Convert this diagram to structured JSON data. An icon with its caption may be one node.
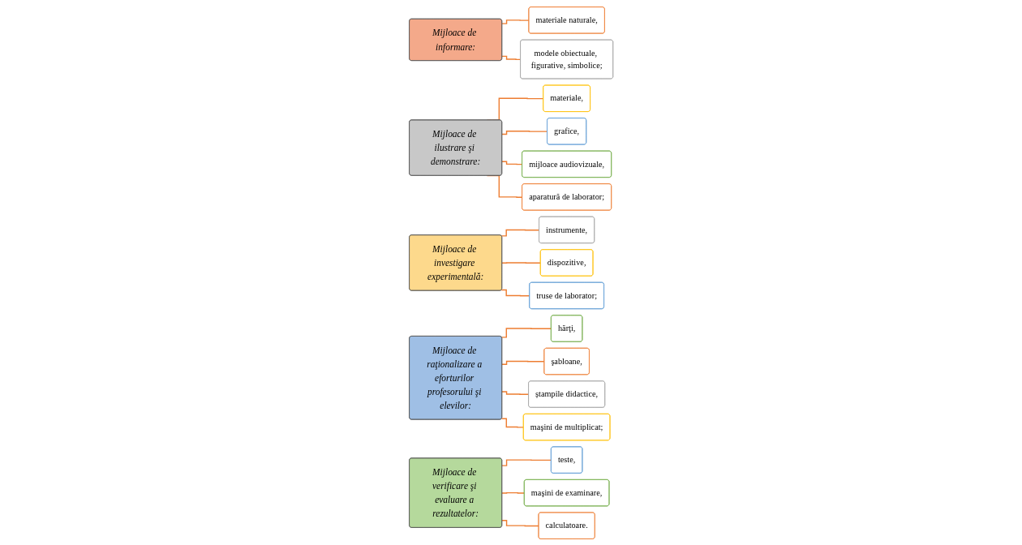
{
  "diagram": {
    "nodes": [
      {
        "text": [
          "Mijloace de informare:"
        ]
      },
      {
        "text": [
          "materiale naturale,"
        ]
      },
      {
        "text": [
          "modele obiectuale, figurative, simbolice;"
        ]
      },
      {
        "text": [
          "Mijloace de ilustrare şi demonstrare:"
        ]
      },
      {
        "text": [
          "materiale,"
        ]
      },
      {
        "text": [
          "grafice,"
        ]
      },
      {
        "text": [
          "mijloace audiovizuale,"
        ]
      },
      {
        "text": [
          "aparatură de laborator;"
        ]
      },
      {
        "text": [
          "Mijloace de investigare experimentală:"
        ]
      },
      {
        "text": [
          "instrumente,"
        ]
      },
      {
        "text": [
          "dispozitive,"
        ]
      },
      {
        "text": [
          "truse de laborator;"
        ]
      },
      {
        "text": [
          "Mijloace de raţionalizare a eforturilor profesorului şi elevilor:"
        ]
      },
      {
        "text": [
          "hărţi,"
        ]
      },
      {
        "text": [
          "şabloane,"
        ]
      },
      {
        "text": [
          "ștampile didactice,"
        ]
      },
      {
        "text": [
          "maşini de multiplicat;"
        ]
      },
      {
        "text": [
          "Mijloace de verificare şi evaluare a rezultatelor:"
        ]
      },
      {
        "text": [
          "teste,"
        ]
      },
      {
        "text": [
          "maşini de examinare,"
        ]
      },
      {
        "text": [
          "calculatoare."
        ]
      }
    ],
    "edges": [
      {
        "from": 0,
        "to": 1,
        "arrow": "none"
      },
      {
        "from": 0,
        "to": 2,
        "arrow": "none"
      },
      {
        "from": 3,
        "to": 4,
        "arrow": "none"
      },
      {
        "from": 3,
        "to": 5,
        "arrow": "none"
      },
      {
        "from": 3,
        "to": 6,
        "arrow": "none"
      },
      {
        "from": 3,
        "to": 7,
        "arrow": "none"
      },
      {
        "from": 8,
        "to": 9,
        "arrow": "none"
      },
      {
        "from": 8,
        "to": 10,
        "arrow": "none"
      },
      {
        "from": 8,
        "to": 11,
        "arrow": "none"
      },
      {
        "from": 12,
        "to": 13,
        "arrow": "none"
      },
      {
        "from": 12,
        "to": 14,
        "arrow": "none"
      },
      {
        "from": 12,
        "to": 15,
        "arrow": "none"
      },
      {
        "from": 12,
        "to": 16,
        "arrow": "none"
      },
      {
        "from": 17,
        "to": 18,
        "arrow": "none"
      },
      {
        "from": 17,
        "to": 19,
        "arrow": "none"
      },
      {
        "from": 17,
        "to": 20,
        "arrow": "none"
      }
    ]
  }
}
